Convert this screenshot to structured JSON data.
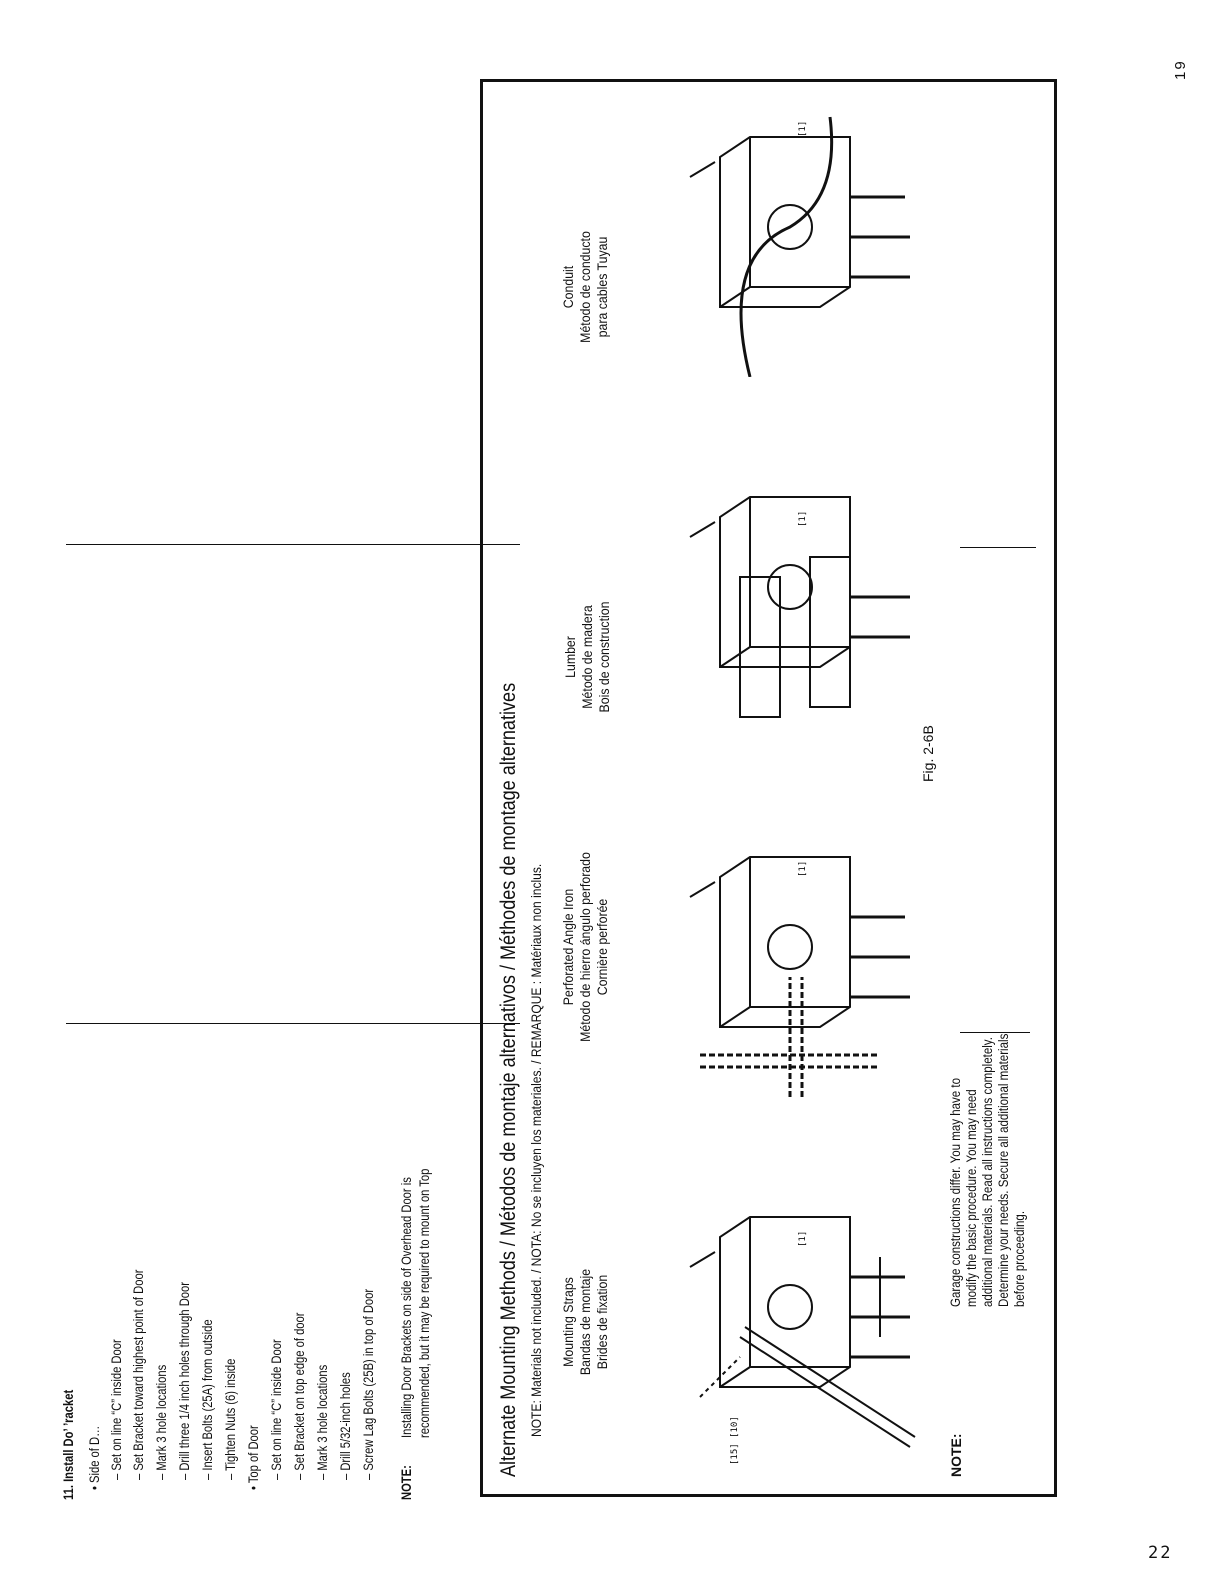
{
  "page_numbers": {
    "bottom": "22",
    "side": "19"
  },
  "step": {
    "title": "11. Install Do’ ’racket",
    "lines": [
      "• Side of D…",
      "– Set on line “C” inside Door",
      "– Set Bracket toward highest point of Door",
      "– Mark 3 hole locations",
      "– Drill three 1/4 inch holes through Door",
      "– Insert Bolts (25A) from outside",
      "– Tighten Nuts (6) inside",
      "• Top of Door",
      "– Set on line “C” inside Door",
      "– Set Bracket on top edge of door",
      "– Mark 3 hole locations",
      "– Drill 5/32-inch holes",
      "– Screw Lag Bolts (25B) in top of Door"
    ],
    "note_label": "NOTE:",
    "note_lines": [
      "Installing Door Brackets on side of Overhead Door is",
      "recommended, but it may be required to mount on Top"
    ]
  },
  "box": {
    "heading": "Alternate Mounting Methods / Métodos de montaje alternativos / Méthodes de montage alternatives",
    "materials_note": "NOTE: Materials not included. / NOTA: No se incluyen los materiales. / REMARQUE : Matériaux non inclus.",
    "methods": [
      {
        "lines": [
          "Mounting Straps",
          "Bandas de montaje",
          "Brides de fixation"
        ],
        "tags": [
          "[15] [10]",
          "[1]"
        ]
      },
      {
        "lines": [
          "Perforated Angle Iron",
          "Método de hierro ángulo perforado",
          "Cornière perforée"
        ],
        "tags": [
          "[1]"
        ]
      },
      {
        "lines": [
          "Lumber",
          "Método de madera",
          "Bois de construction"
        ],
        "tags": [
          "[1]"
        ]
      },
      {
        "lines": [
          "Conduit",
          "Método de conducto",
          "para cables Tuyau"
        ],
        "tags": [
          "[1]"
        ]
      }
    ],
    "figure_label": "Fig. 2-6B",
    "note_label": "NOTE:",
    "note_lines": [
      "Garage  constructions  differ.  You  may  have  to",
      "modify  the  basic  procedure.  You  may  need",
      "additional materials. Read all instructions completely.",
      "Determine your needs.  Secure all additional materials",
      "before proceeding."
    ]
  },
  "colors": {
    "ink": "#111111",
    "paper": "#ffffff"
  }
}
